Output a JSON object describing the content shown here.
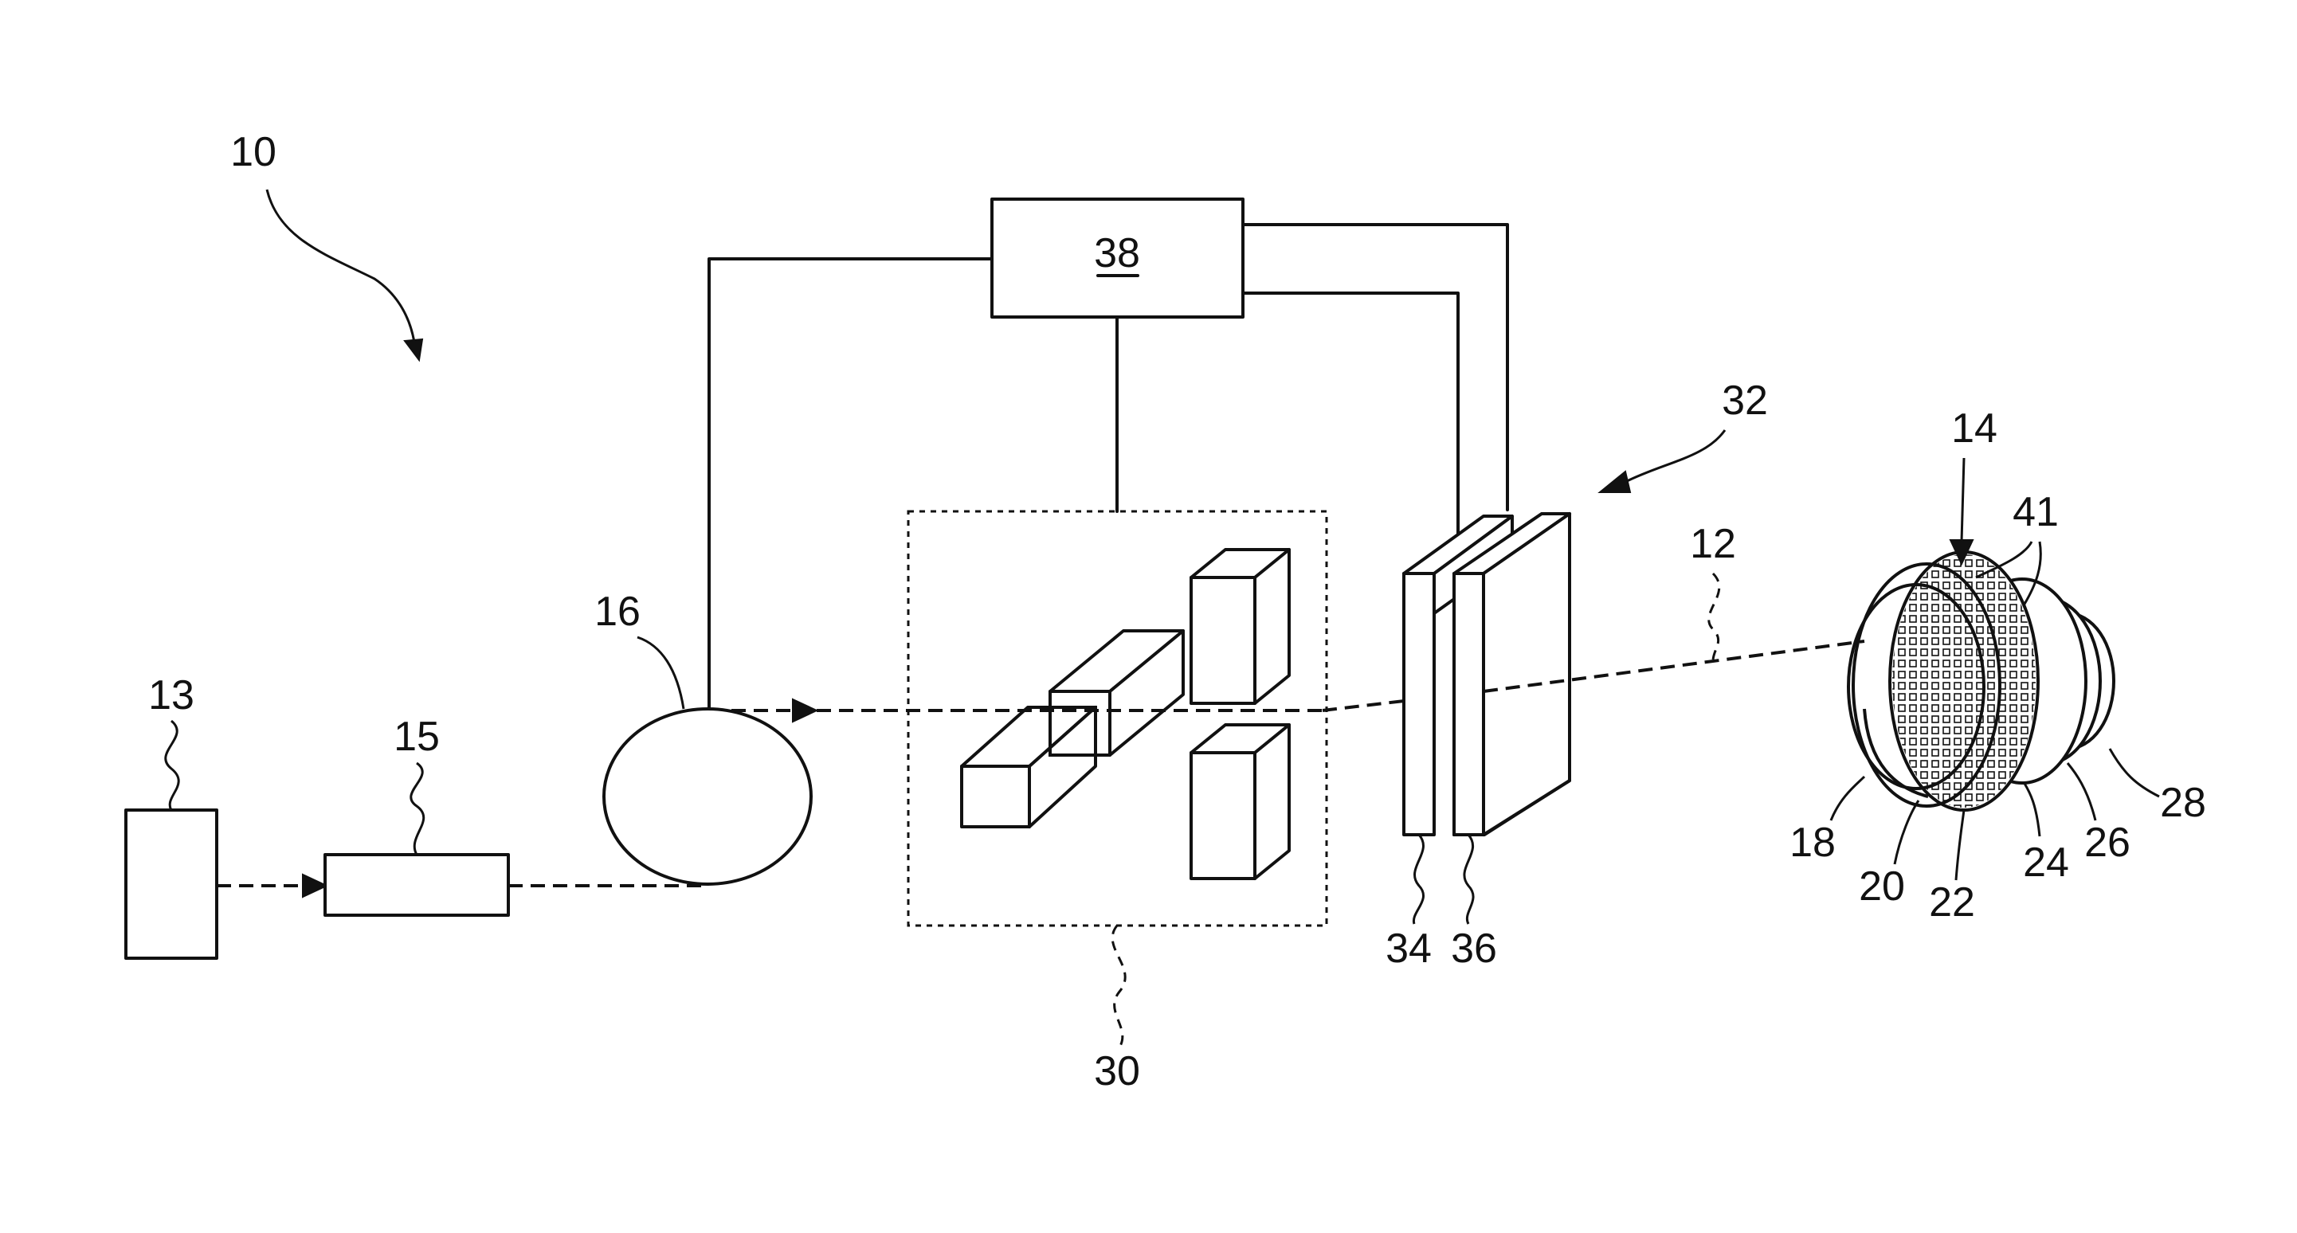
{
  "labels": {
    "system": "10",
    "ray": "12",
    "source": "13",
    "target": "14",
    "conditioner": "15",
    "splitter": "16",
    "layer_18": "18",
    "layer_20": "20",
    "layer_22": "22",
    "layer_24": "24",
    "layer_26": "26",
    "layer_28": "28",
    "optics_group": "30",
    "detector_assembly": "32",
    "plate_34": "34",
    "plate_36": "36",
    "controller": "38",
    "grid_region": "41"
  },
  "colors": {
    "ink": "#111111",
    "background": "#ffffff"
  }
}
